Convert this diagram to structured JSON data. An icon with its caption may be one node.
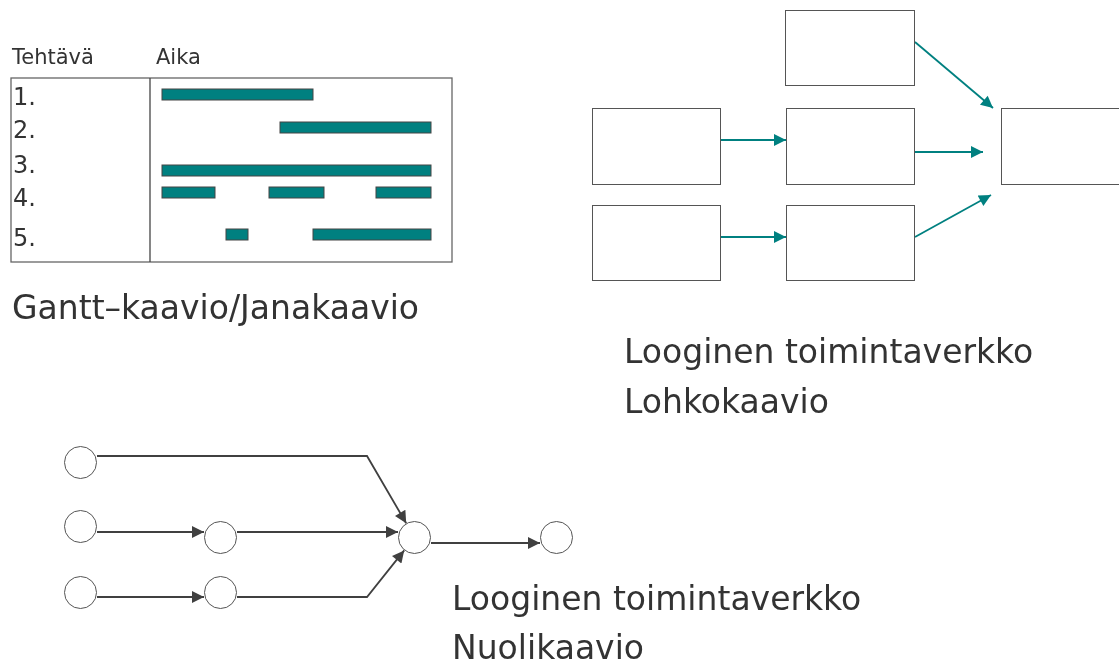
{
  "diagram": {
    "nodes": [
      {
        "text": [],
        "shape": "box"
      },
      {
        "text": [],
        "shape": "box"
      },
      {
        "text": [],
        "shape": "box"
      },
      {
        "text": [],
        "shape": "box"
      },
      {
        "text": [],
        "shape": "box"
      },
      {
        "text": [],
        "shape": "box"
      },
      {
        "text": [],
        "shape": "circle"
      },
      {
        "text": [],
        "shape": "circle"
      },
      {
        "text": [],
        "shape": "circle"
      },
      {
        "text": [],
        "shape": "circle"
      },
      {
        "text": [],
        "shape": "circle"
      },
      {
        "text": [],
        "shape": "circle"
      },
      {
        "text": [],
        "shape": "circle"
      }
    ],
    "edges": [
      {
        "from": 0,
        "to": 3,
        "arrow": "to",
        "color": "#008080"
      },
      {
        "from": 1,
        "to": 2,
        "arrow": "to",
        "color": "#008080"
      },
      {
        "from": 2,
        "to": 3,
        "arrow": "to",
        "color": "#008080"
      },
      {
        "from": 4,
        "to": 5,
        "arrow": "to",
        "color": "#008080"
      },
      {
        "from": 5,
        "to": 3,
        "arrow": "to",
        "color": "#008080"
      },
      {
        "from": 6,
        "to": 9,
        "arrow": "to"
      },
      {
        "from": 7,
        "to": 8,
        "arrow": "to"
      },
      {
        "from": 8,
        "to": 9,
        "arrow": "to"
      },
      {
        "from": 9,
        "to": 10,
        "arrow": "to"
      },
      {
        "from": 11,
        "to": 12,
        "arrow": "to"
      },
      {
        "from": 12,
        "to": 9,
        "arrow": "to"
      }
    ],
    "labels": [
      "Tehtävä",
      "Aika",
      "1.",
      "2.",
      "3.",
      "4.",
      "5.",
      "Gantt–kaavio/Janakaavio",
      "Looginen toimintaverkko",
      "Lohkokaavio",
      "Looginen toimintaverkko",
      "Nuolikaavio"
    ]
  }
}
